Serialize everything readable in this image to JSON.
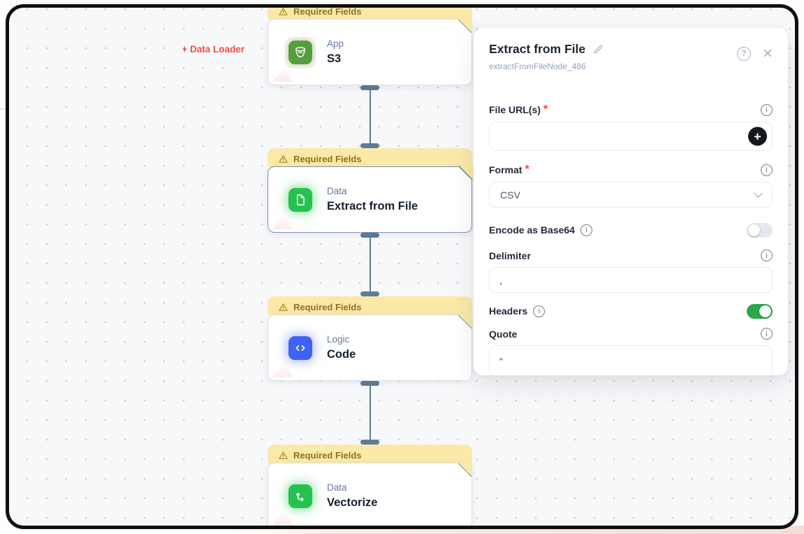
{
  "canvas": {
    "data_loader": {
      "label": "Data Loader",
      "icon": "lightning-bolt-icon",
      "color": "#f64b45"
    },
    "nodes": [
      {
        "banner": "Required Fields",
        "category": "App",
        "title": "S3",
        "icon": "s3-bucket-icon",
        "selected": false
      },
      {
        "banner": "Required Fields",
        "category": "Data",
        "title": "Extract from File",
        "icon": "file-document-icon",
        "selected": true
      },
      {
        "banner": "Required Fields",
        "category": "Logic",
        "title": "Code",
        "icon": "code-brackets-icon",
        "selected": false
      },
      {
        "banner": "Required Fields",
        "category": "Data",
        "title": "Vectorize",
        "icon": "vectorize-arrows-icon",
        "selected": false
      }
    ],
    "colors": {
      "banner_bg": "#fae9a8",
      "banner_text": "#8f7220",
      "connector": "#5e7b98",
      "green_tile": "#26c24f",
      "blue_tile": "#3e63f4",
      "s3_tile": "#569d3e"
    }
  },
  "panel": {
    "title": "Extract from File",
    "subtitle": "extractFromFileNode_486",
    "required_marker": "*",
    "icons": {
      "help": "?",
      "info": "i",
      "close": "×"
    },
    "fields": {
      "file_urls": {
        "label": "File URL(s)",
        "required": true,
        "value": "",
        "placeholder": "",
        "add_button_label": "+"
      },
      "format": {
        "label": "Format",
        "required": true,
        "value": "CSV"
      },
      "encode_base64": {
        "label": "Encode as Base64",
        "enabled": false
      },
      "delimiter": {
        "label": "Delimiter",
        "value": ","
      },
      "headers": {
        "label": "Headers",
        "enabled": true
      },
      "quote": {
        "label": "Quote",
        "value": "\""
      }
    },
    "toggle_on_color": "#2aa84a"
  }
}
